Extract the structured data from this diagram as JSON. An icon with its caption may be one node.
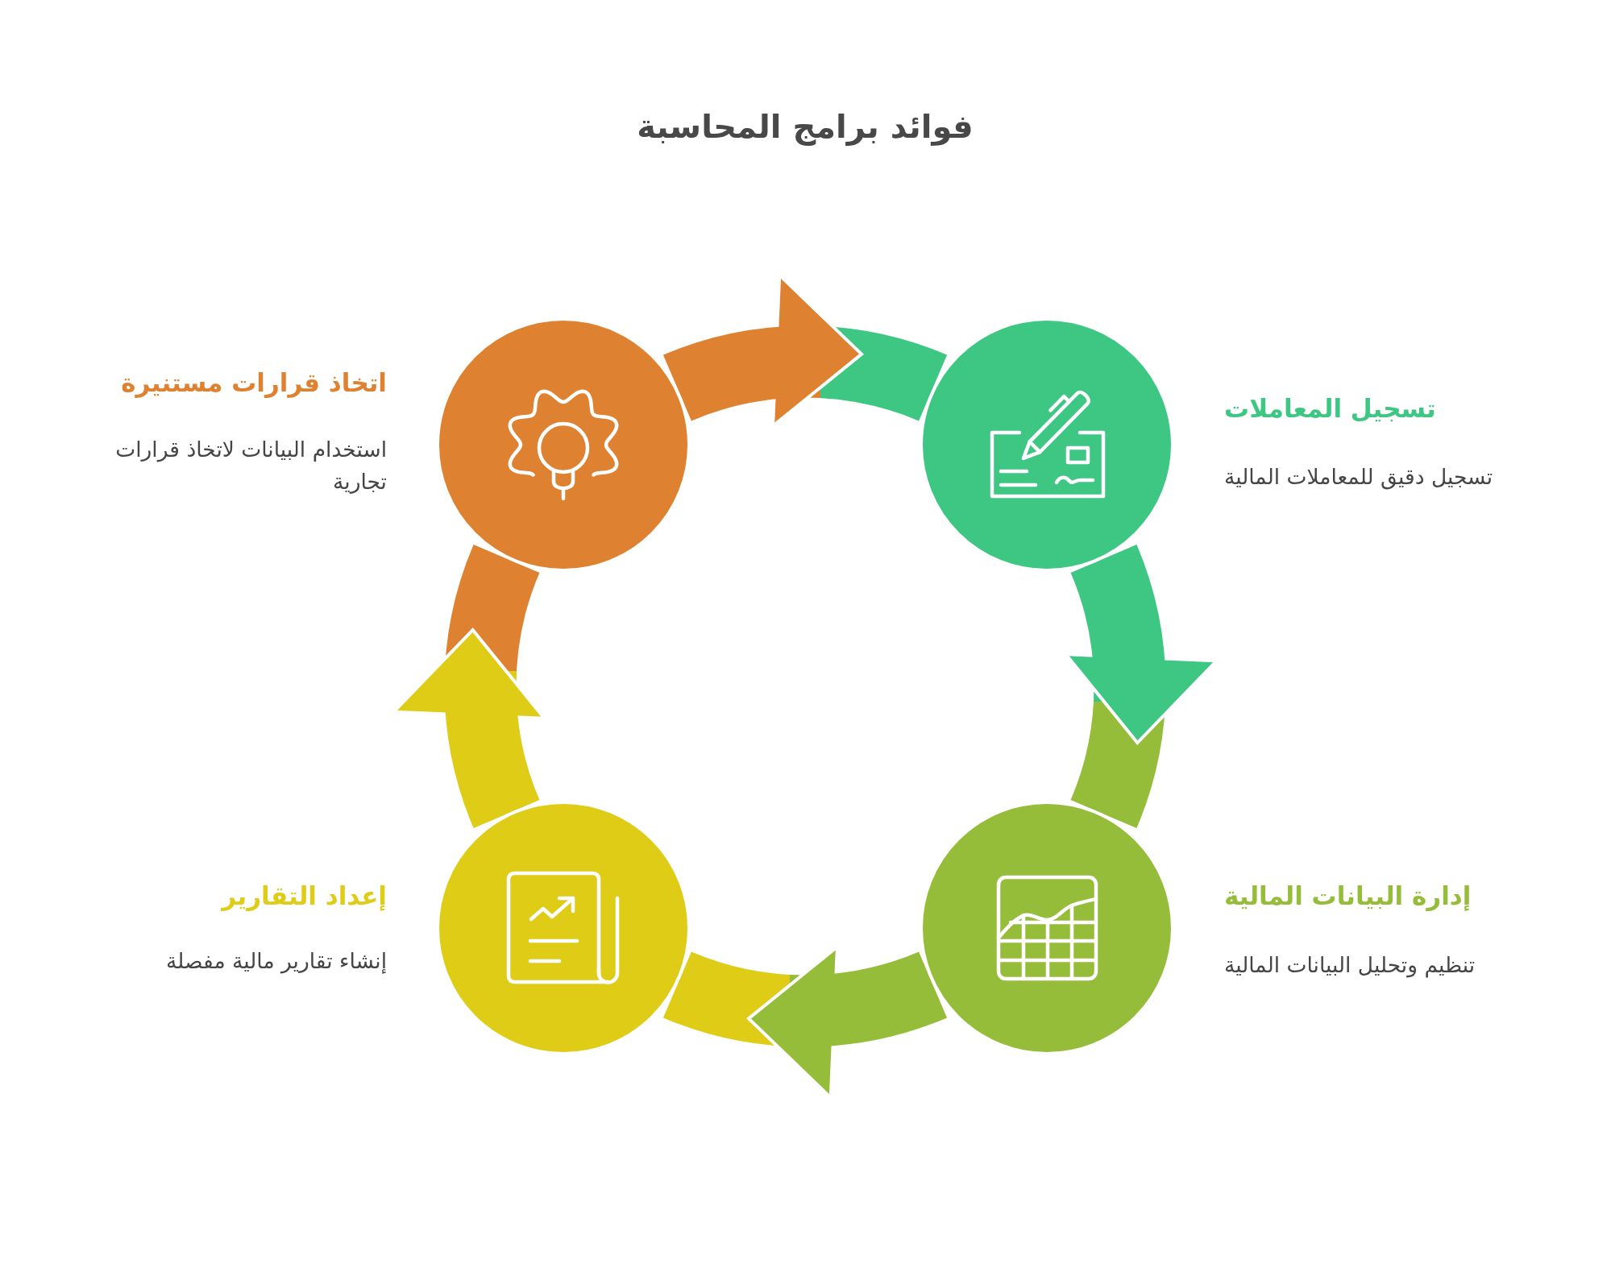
{
  "diagram": {
    "title": "فوائد برامج المحاسبة",
    "nodes": [
      {
        "text": [],
        "shape": "circle",
        "beside": [
          "تسجيل المعاملات",
          "تسجيل دقيق للمعاملات المالية"
        ]
      },
      {
        "text": [],
        "shape": "circle",
        "beside": [
          "إدارة البيانات المالية",
          "تنظيم وتحليل البيانات المالية"
        ]
      },
      {
        "text": [],
        "shape": "circle",
        "beside": [
          "إعداد التقارير",
          "إنشاء تقارير مالية مفصلة"
        ]
      },
      {
        "text": [],
        "shape": "circle",
        "beside": [
          "اتخاذ قرارات مستنيرة",
          "استخدام البيانات لاتخاذ قرارات تجارية"
        ]
      }
    ],
    "edges": [
      {
        "from": 0,
        "to": 1,
        "arrow": "to",
        "color": "#3ec683"
      },
      {
        "from": 1,
        "to": 2,
        "arrow": "to",
        "color": "#95bd3a"
      },
      {
        "from": 2,
        "to": 3,
        "arrow": "to",
        "color": "#dfcc17"
      },
      {
        "from": 3,
        "to": 0,
        "arrow": "to",
        "color": "#de8231"
      }
    ]
  }
}
